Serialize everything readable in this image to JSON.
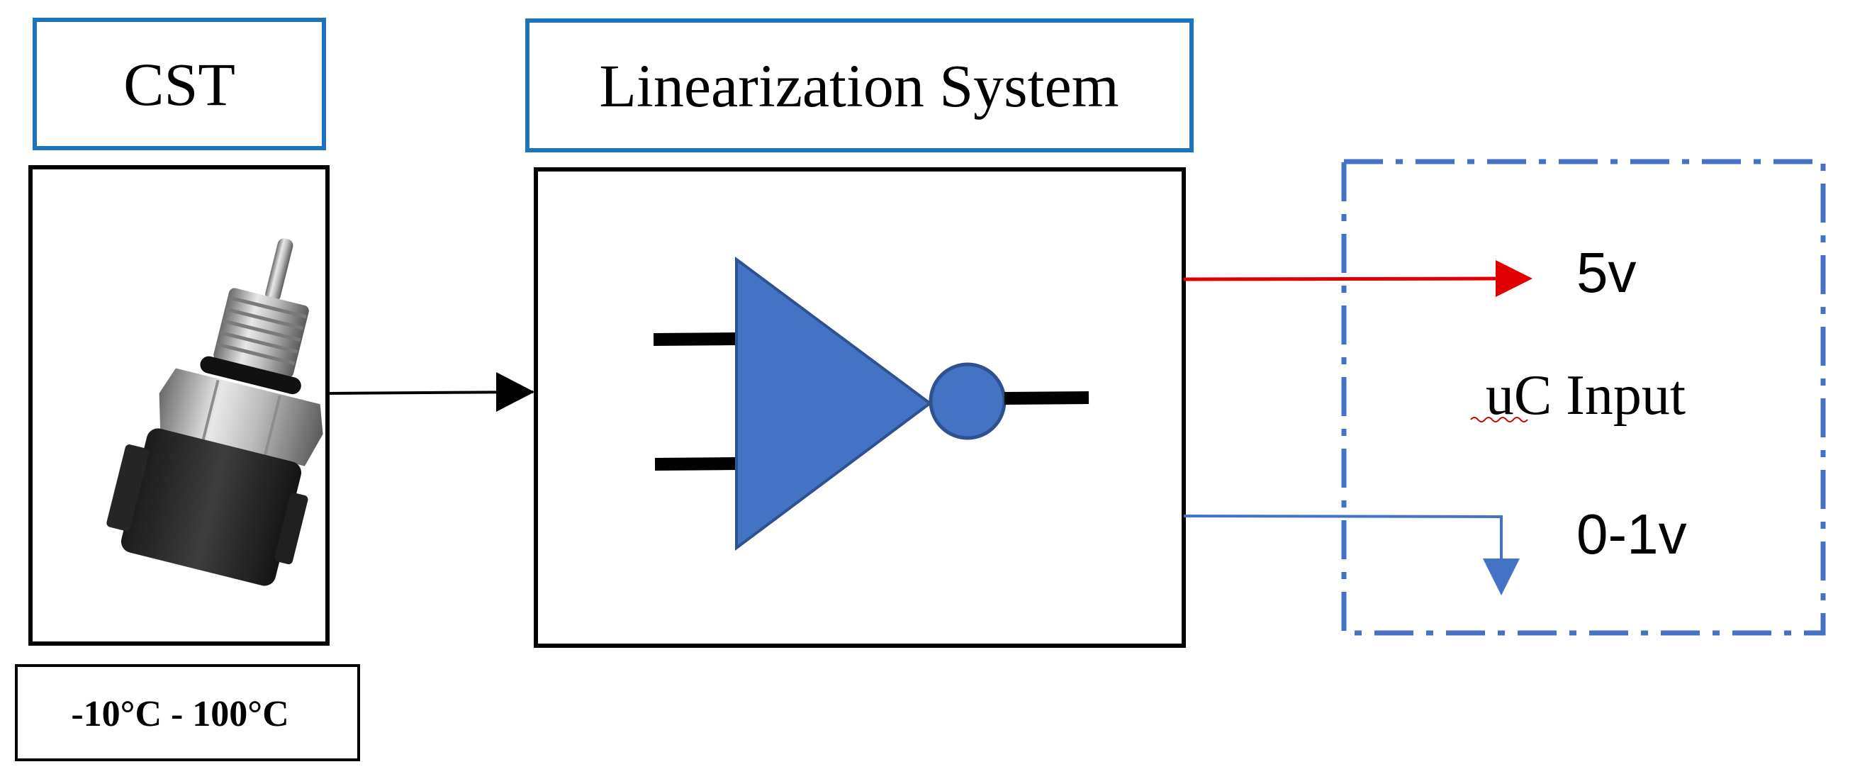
{
  "labels": {
    "sensor_title": "CST",
    "linearization_title": "Linearization System",
    "temperature_range": "-10°C - 100°C",
    "uc_input_label": "uC Input",
    "voltage_high": "5v",
    "voltage_range": "0-1v"
  },
  "colors": {
    "title_border": "#1c74bc",
    "box_border": "#000000",
    "amp_fill": "#4472c4",
    "amp_stroke": "#2f528f",
    "high_line": "#e00000",
    "low_line": "#4472c4",
    "dashed_border": "#4472c4",
    "text": "#000000"
  },
  "icons": {
    "sensor": "temperature-sensor-icon",
    "amplifier": "inverting-amplifier-symbol"
  }
}
